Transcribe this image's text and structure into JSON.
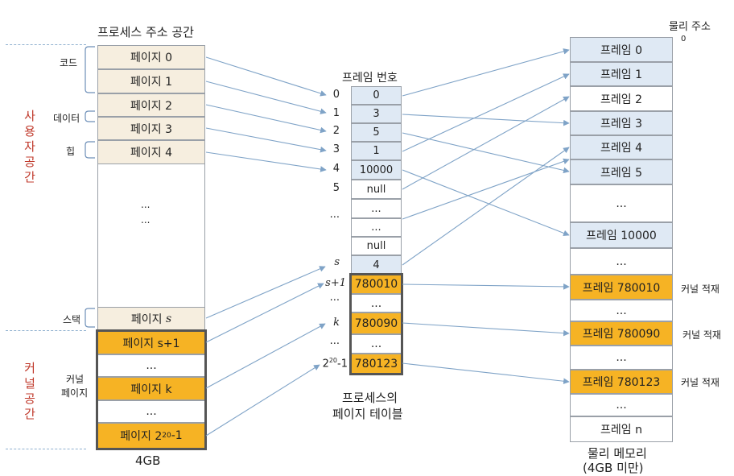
{
  "titles": {
    "process_space": "프로세스 주소 공간",
    "frame_number": "프레임 번호",
    "physical_address": "물리 주소",
    "physical_zero": "0",
    "page_table_line1": "프로세스의",
    "page_table_line2": "페이지 테이블",
    "physical_memory_line1": "물리 메모리",
    "physical_memory_line2": "(4GB 미만)",
    "size_4gb": "4GB"
  },
  "side_labels": {
    "user_space": [
      "사",
      "용",
      "자",
      "공",
      "간"
    ],
    "kernel_space": [
      "커",
      "널",
      "공",
      "간"
    ],
    "code": "코드",
    "data": "데이터",
    "heap": "힙",
    "stack": "스택",
    "kernel_page_1": "커널",
    "kernel_page_2": "페이지"
  },
  "process_pages": {
    "p0": "페이지 0",
    "p1": "페이지 1",
    "p2": "페이지 2",
    "p3": "페이지 3",
    "p4": "페이지 4",
    "dots_a": "...",
    "dots_b": "...",
    "ps_prefix": "페이지 ",
    "ps_sym": "s",
    "ps1": "페이지 s+1",
    "dots_c": "...",
    "pk": "페이지 k",
    "dots_d": "...",
    "plast_prefix": "페이지 2",
    "plast_sup": "20",
    "plast_suffix": "-1"
  },
  "page_table_index": {
    "i0": "0",
    "i1": "1",
    "i2": "2",
    "i3": "3",
    "i4": "4",
    "i5": "5",
    "dots": "...",
    "s": "s",
    "s1": "s+1",
    "dots2": "...",
    "k": "k",
    "dots3": "...",
    "last_base": "2",
    "last_sup": "20",
    "last_suffix": "-1"
  },
  "page_table_entries": {
    "e0": "0",
    "e1": "3",
    "e2": "5",
    "e3": "1",
    "e4": "10000",
    "e5": "null",
    "e6": "...",
    "e7": "...",
    "e8": "null",
    "es": "4",
    "es1": "780010",
    "edots1": "...",
    "ek": "780090",
    "edots2": "...",
    "elast": "780123"
  },
  "frames": {
    "f0": "프레임 0",
    "f1": "프레임 1",
    "f2": "프레임 2",
    "f3": "프레임 3",
    "f4": "프레임 4",
    "f5": "프레임 5",
    "dots1": "...",
    "f10000": "프레임 10000",
    "dots2": "...",
    "f780010": "프레임 780010",
    "dots3": "...",
    "f780090": "프레임 780090",
    "dots4": "...",
    "f780123": "프레임 780123",
    "dots5": "...",
    "fn": "프레임 n"
  },
  "kernel_loaded": "커널 적재",
  "colors": {
    "page_fill": "#f6eedf",
    "frame_fill": "#dfe9f4",
    "kernel_fill": "#f6b324",
    "arrow": "#7fa3c7",
    "red_label": "#c0392b"
  }
}
